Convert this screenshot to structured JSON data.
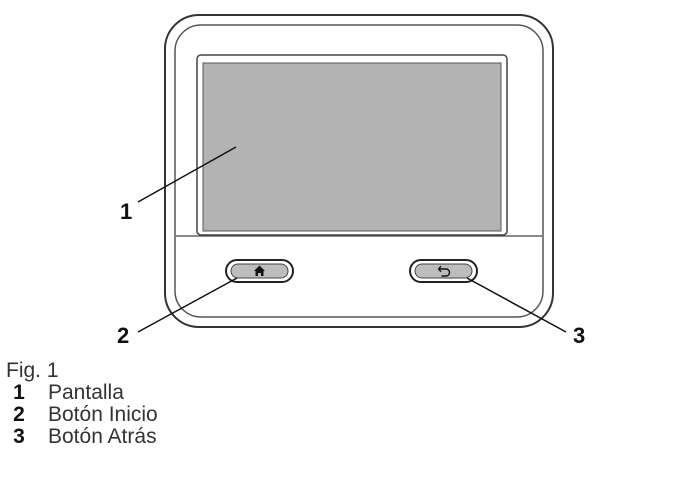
{
  "figure": {
    "callouts": [
      {
        "number": "1",
        "target": "display-screen"
      },
      {
        "number": "2",
        "target": "home-button"
      },
      {
        "number": "3",
        "target": "back-button"
      }
    ],
    "icons": {
      "home_button_icon": "home-icon",
      "back_button_icon": "back-arrow-icon"
    },
    "colors": {
      "screen": "#b3b3b3",
      "outline": "#333333",
      "housing": "#ffffff"
    }
  },
  "caption": {
    "label": "Fig. 1",
    "items": [
      {
        "number": "1",
        "text": "Pantalla"
      },
      {
        "number": "2",
        "text": "Botón Inicio"
      },
      {
        "number": "3",
        "text": "Botón Atrás"
      }
    ]
  }
}
